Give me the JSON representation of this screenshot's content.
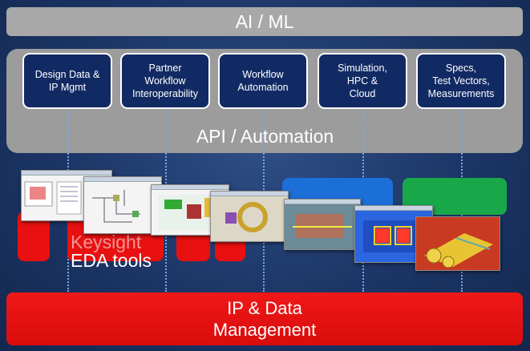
{
  "top_bar": {
    "label": "AI / ML"
  },
  "api_panel": {
    "label": "API / Automation",
    "boxes": [
      {
        "label": "Design Data &\nIP Mgmt"
      },
      {
        "label": "Partner\nWorkflow\nInteroperability"
      },
      {
        "label": "Workflow\nAutomation"
      },
      {
        "label": "Simulation,\nHPC &\nCloud"
      },
      {
        "label": "Specs,\nTest Vectors,\nMeasurements"
      }
    ]
  },
  "eda": {
    "brand": "Keysight",
    "label": "EDA tools"
  },
  "bottom_bar": {
    "line1": "IP & Data",
    "line2": "Management"
  },
  "colors": {
    "background": "#1c3566",
    "panel_gray": "#9c9c9c",
    "box_navy": "#122a63",
    "red": "#e81010",
    "blue_block": "#1d6fd8",
    "green_block": "#18a84a",
    "connector": "#7aa8e6"
  }
}
